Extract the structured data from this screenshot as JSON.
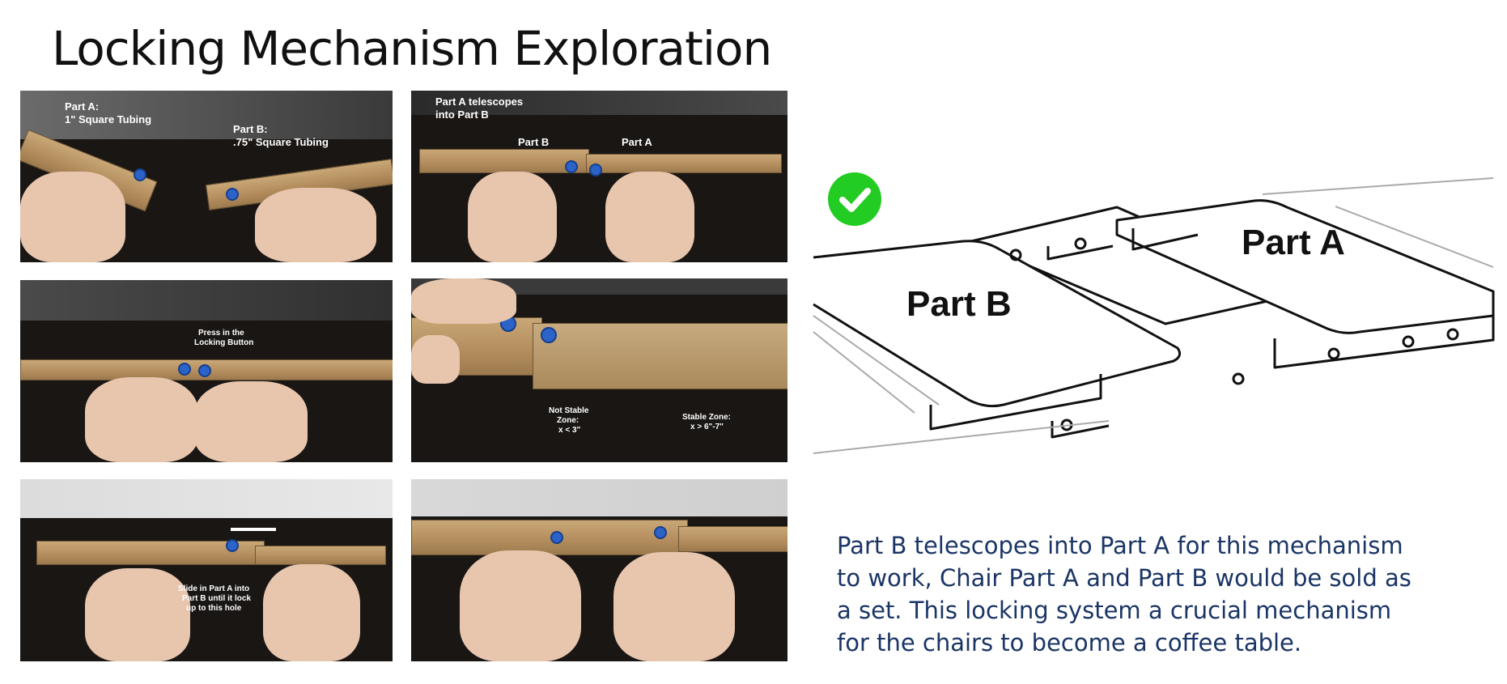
{
  "title": "Locking Mechanism Exploration",
  "photos": {
    "p1": {
      "label_a": "Part A:",
      "label_a2": "1\" Square Tubing",
      "label_b": "Part B:",
      "label_b2": ".75\" Square Tubing"
    },
    "p2": {
      "label_top": "Part A telescopes",
      "label_top2": "into Part B",
      "label_b": "Part B",
      "label_a": "Part A"
    },
    "p3": {
      "label_1": "Press in the",
      "label_2": "Locking Button"
    },
    "p4": {
      "label_ns1": "Not Stable",
      "label_ns2": "Zone:",
      "label_ns3": "x < 3\"",
      "label_s1": "Stable Zone:",
      "label_s2": "x > 6\"-7\""
    },
    "p5": {
      "label_1": "Slide in Part A into",
      "label_2": "Part B until it lock",
      "label_3": "up to this hole"
    },
    "p6": {}
  },
  "drawing": {
    "part_b": "Part B",
    "part_a": "Part A"
  },
  "check_icon": "check-circle-icon",
  "accent_color": "#22cc22",
  "caption": {
    "line1": "Part B telescopes into Part A for this mechanism",
    "line2": "to work, Chair Part A and Part B would be sold as",
    "line3": "a set. This locking system a crucial mechanism",
    "line4": "for the chairs to become a coffee table."
  }
}
